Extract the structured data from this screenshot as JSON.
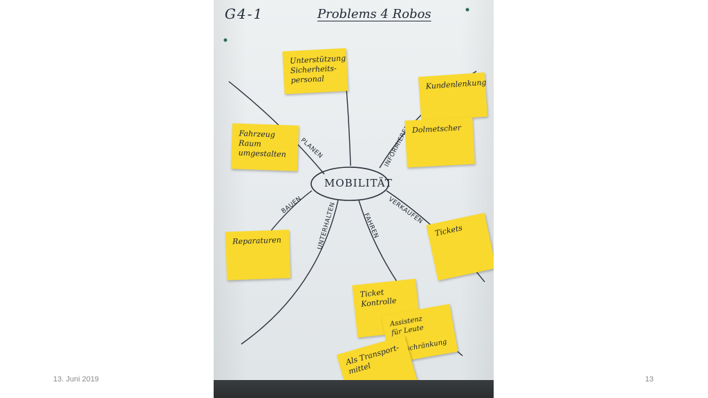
{
  "slide": {
    "date": "13. Juni 2019",
    "page_number": "13"
  },
  "flipchart": {
    "header_code": "G4-1",
    "header_title": "Problems 4 Robos",
    "center": "MOBILITÄT",
    "branches": {
      "planen": "PLANEN",
      "informieren": "INFORMIEREN",
      "bauen": "BAUEN",
      "unterhalten": "UNTERHALTEN",
      "fahren": "FAHREN",
      "verkaufen": "VERKAUFEN"
    },
    "notes": {
      "unterstuetzung": "Unterstützung\nSicherheits-\npersonal",
      "kundenlenkung": "Kundenlenkung",
      "fahrzeug": "Fahrzeug\nRaum\numgestalten",
      "dolmetscher": "Dolmetscher",
      "reparaturen": "Reparaturen",
      "tickets": "Tickets",
      "ticketkontrolle": "Ticket\nKontrolle",
      "assistenz": "Assistenz\nfür Leute\nmit Einschränkung",
      "transportmittel": "Als Transport-\nmittel"
    },
    "note_color": "#f9d92e",
    "paper_color": "#eef1f2"
  }
}
